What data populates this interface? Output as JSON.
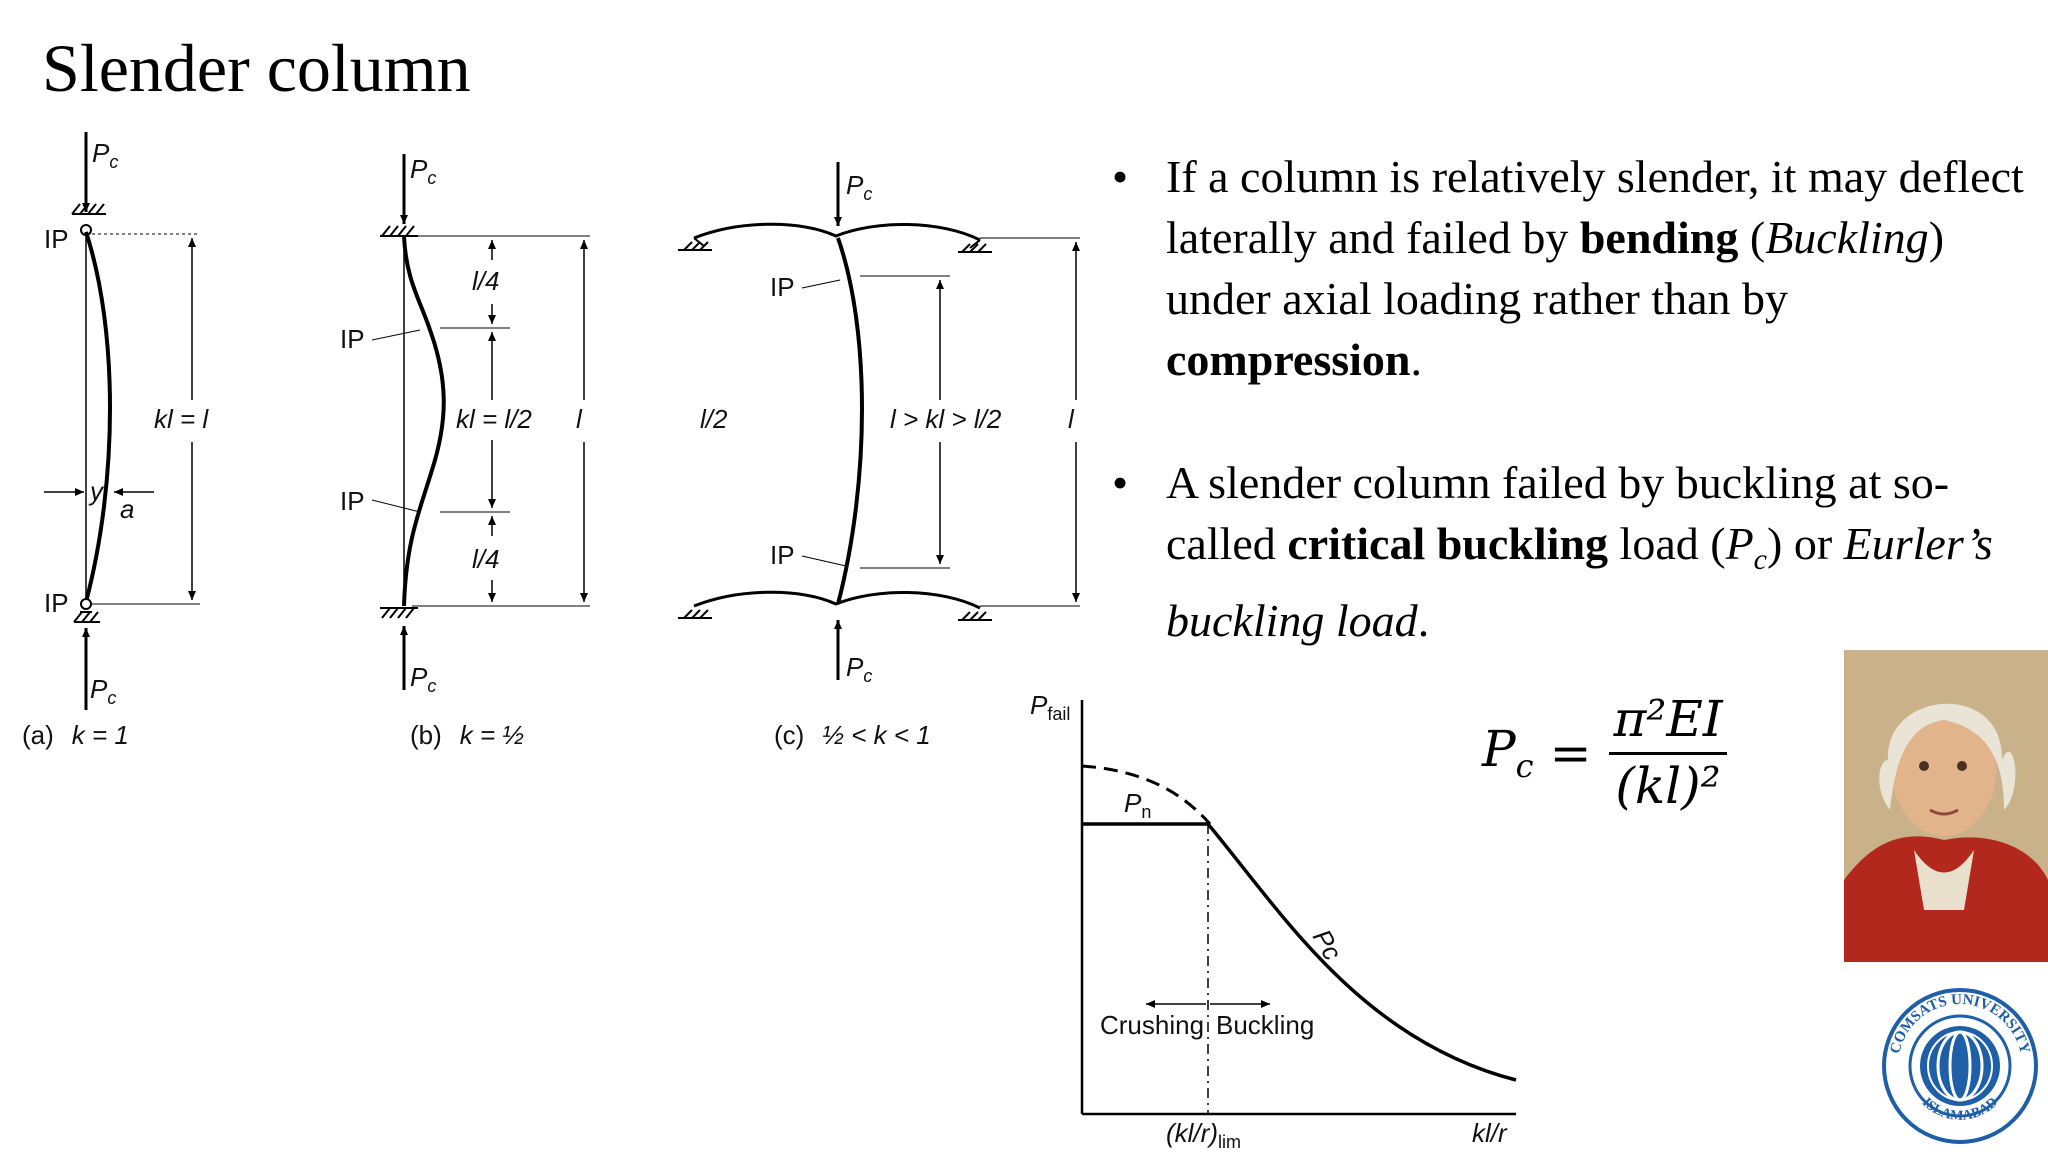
{
  "title": "Slender column",
  "bullets": [
    {
      "parts": [
        {
          "t": "If a column is relatively slender, it may deflect laterally and failed by ",
          "s": "n"
        },
        {
          "t": "bending",
          "s": "b"
        },
        {
          "t": " (",
          "s": "n"
        },
        {
          "t": "Buckling",
          "s": "i"
        },
        {
          "t": ") under axial loading rather than by ",
          "s": "n"
        },
        {
          "t": "compression",
          "s": "b"
        },
        {
          "t": ".",
          "s": "n"
        }
      ]
    },
    {
      "parts": [
        {
          "t": " A slender column failed by buckling at so-called ",
          "s": "n"
        },
        {
          "t": "critical buckling",
          "s": "b"
        },
        {
          "t": " load (",
          "s": "n"
        },
        {
          "t": "P",
          "s": "i"
        },
        {
          "t": "c",
          "s": "sub"
        },
        {
          "t": ") or ",
          "s": "n"
        },
        {
          "t": "Eurler’s buckling load",
          "s": "i"
        },
        {
          "t": ".",
          "s": "n"
        }
      ]
    }
  ],
  "bullet_symbol": "•",
  "formula": {
    "lhs": "P",
    "lhs_sub": "c",
    "eq": "=",
    "num": "π²EI",
    "den": "(kl)²"
  },
  "columns": {
    "load": "P",
    "load_sub": "c",
    "ip": "IP",
    "a": {
      "kl": "kl = l",
      "y": "y",
      "amp": "a",
      "caption": "(a)",
      "k": "k = 1"
    },
    "b": {
      "quarter": "l/4",
      "kl": "kl = l/2",
      "l": "l",
      "caption": "(b)",
      "k": "k = ½"
    },
    "c": {
      "half": "l/2",
      "kl": "l > kl > l/2",
      "l": "l",
      "caption": "(c)",
      "k": "½ < k < 1"
    }
  },
  "graph": {
    "ylabel": "P",
    "ylabel_sub": "fail",
    "pn": "P",
    "pn_sub": "n",
    "pc": "Pc",
    "crushing": "Crushing",
    "buckling": "Buckling",
    "xlim_label": "(kl/r)",
    "xlim_sub": "lim",
    "xlabel": "kl/r"
  },
  "colors": {
    "text": "#000000",
    "portrait_coat": "#b3281c",
    "logo_blue": "#1f5fa8"
  },
  "logo": {
    "top": "COMSATS UNIVERSITY",
    "bottom": "ISLAMABAD"
  }
}
